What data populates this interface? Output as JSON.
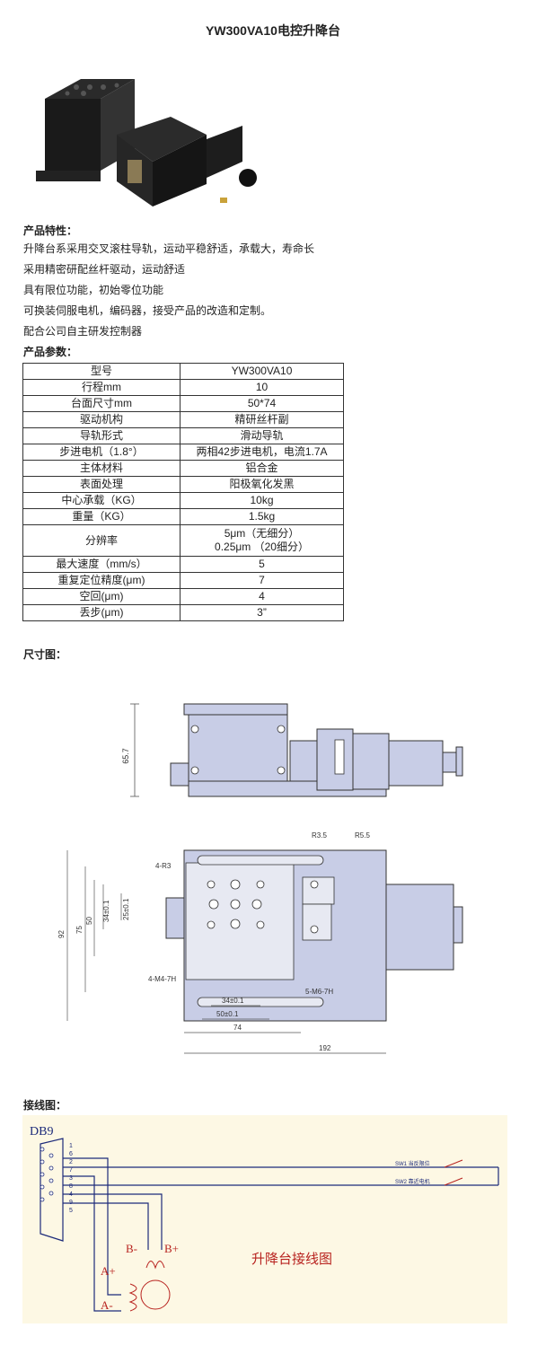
{
  "title": "YW300VA10电控升降台",
  "features": {
    "heading": "产品特性：",
    "items": [
      "升降台系采用交叉滚柱导轨，运动平稳舒适，承载大，寿命长",
      "采用精密研配丝杆驱动，运动舒适",
      "具有限位功能，初始零位功能",
      "可换装伺服电机，编码器，接受产品的改造和定制。",
      "配合公司自主研发控制器"
    ]
  },
  "params": {
    "heading": "产品参数：",
    "rows": [
      [
        "型号",
        "YW300VA10"
      ],
      [
        "行程mm",
        "10"
      ],
      [
        "台面尺寸mm",
        "50*74"
      ],
      [
        "驱动机构",
        "精研丝杆副"
      ],
      [
        "导轨形式",
        "滑动导轨"
      ],
      [
        "步进电机（1.8°）",
        "两相42步进电机，电流1.7A"
      ],
      [
        "主体材料",
        "铝合金"
      ],
      [
        "表面处理",
        "阳极氧化发黑"
      ],
      [
        "中心承载（KG）",
        "10kg"
      ],
      [
        "重量（KG）",
        "1.5kg"
      ],
      [
        "分辨率",
        "5μm（无细分）"
      ],
      [
        "",
        "0.25μm （20细分）"
      ],
      [
        "最大速度（mm/s）",
        "5"
      ],
      [
        "重复定位精度(μm)",
        "7"
      ],
      [
        "空回(μm)",
        "4"
      ],
      [
        "丢步(μm)",
        "3”"
      ]
    ]
  },
  "dimension": {
    "heading": "尺寸图：",
    "side_height": "65.7",
    "r_small": "R3.5",
    "r_large": "R5.5",
    "corner": "4-R3",
    "holes_m4": "4-M4-7H",
    "holes_m6": "5-M6-7H",
    "d92": "92",
    "d75": "75",
    "d50v": "50",
    "d34v": "34±0.1",
    "d25v": "25±0.1",
    "d34h": "34±0.1",
    "d50h": "50±0.1",
    "d74": "74",
    "d192": "192"
  },
  "wiring": {
    "heading": "接线图：",
    "connector": "DB9",
    "pins": [
      "1",
      "6",
      "2",
      "7",
      "3",
      "8",
      "4",
      "9",
      "5"
    ],
    "sw1": "SW1 当反限位",
    "sw2": "SW2 靠近电机",
    "a_plus": "A+",
    "a_minus": "A-",
    "b_minus": "B-",
    "b_plus": "B+",
    "caption": "升降台接线图"
  },
  "colors": {
    "drawing_fill": "#c8cde6",
    "wiring_bg": "#fdf8e4",
    "wire_blue": "#1d2b7a",
    "wire_red": "#b8231f"
  }
}
